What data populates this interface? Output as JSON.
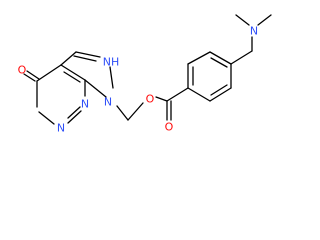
{
  "molecule": {
    "atoms": {
      "o_keto": "O",
      "n_ring1": "N",
      "n_ring2": "N",
      "n_pyrazole": "N",
      "nh_pyrazole": "NH",
      "o_ester": "O",
      "o_carbonyl": "O",
      "n_amine": "N"
    }
  },
  "colors": {
    "bond": "#000000",
    "oxygen": "#ff0d0d",
    "nitrogen": "#3050f8"
  }
}
